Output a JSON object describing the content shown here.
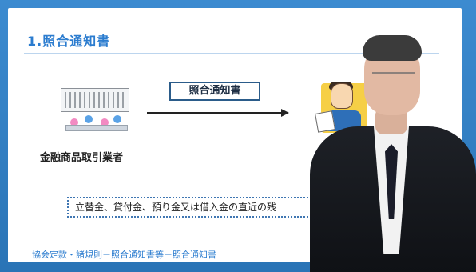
{
  "slide": {
    "title": "1.照合通知書",
    "issuer_label": "金融商品取引業者",
    "document_label": "照合通知書",
    "note_text": "立替金、貸付金、預り金又は借入金の直近の残",
    "footer_text": "協会定款・諸規則－照合通知書等－照合通知書"
  },
  "colors": {
    "frame_blue": "#2f7fbf",
    "title_blue": "#2b7ccf",
    "note_border": "#3f76b2"
  },
  "icons": {
    "issuer_illustration": "securities-company-icon",
    "investor_illustration": "investor-icon",
    "presenter": "presenter-person"
  }
}
